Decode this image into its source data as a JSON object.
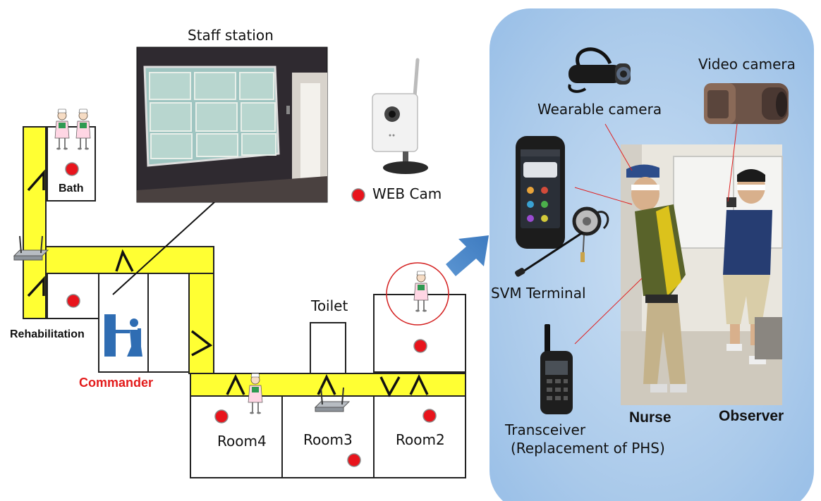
{
  "floorplan": {
    "staff_station_label": "Staff station",
    "webcam_label": "WEB Cam",
    "bath_label": "Bath",
    "rehabilitation_label": "Rehabilitation",
    "commander_label": "Commander",
    "toilet_label": "Toilet",
    "room4_label": "Room4",
    "room3_label": "Room3",
    "room2_label": "Room2"
  },
  "equipment": {
    "wearable_camera_label": "Wearable camera",
    "video_camera_label": "Video camera",
    "svm_terminal_label": "SVM Terminal",
    "transceiver_label": "Transceiver",
    "transceiver_note": "(Replacement of PHS)",
    "nurse_label": "Nurse",
    "observer_label": "Observer"
  },
  "colors": {
    "corridor": "#ffff33",
    "camera_dot": "#e8141c",
    "panel_bg": "#b7d3ee",
    "arrow": "#4a86c8",
    "commander_text": "#e31b1b"
  }
}
